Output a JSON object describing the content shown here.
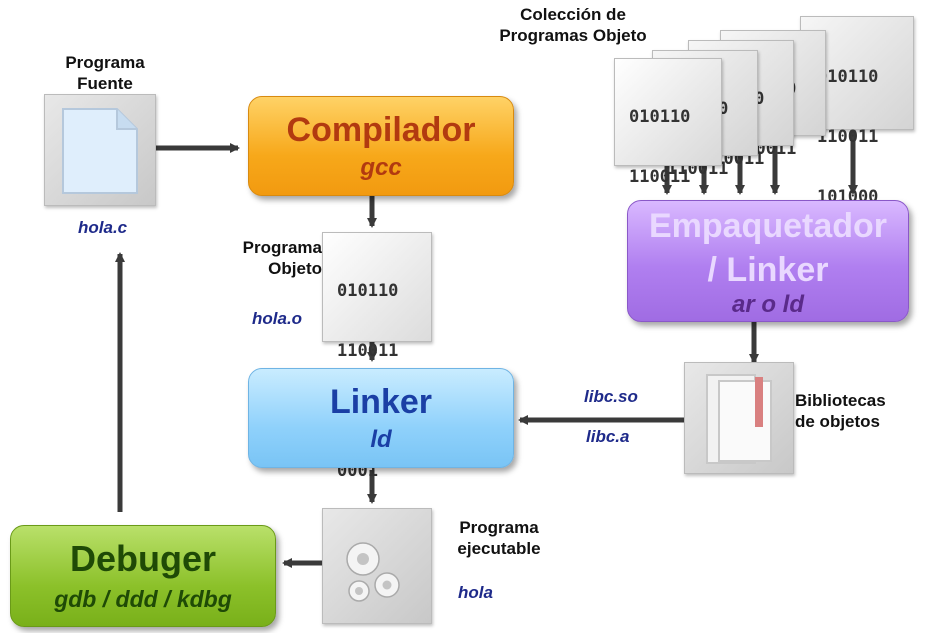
{
  "labels": {
    "programa_fuente": [
      "Programa",
      "Fuente"
    ],
    "hola_c": "hola.c",
    "programa_objeto": [
      "Programa",
      "Objeto"
    ],
    "hola_o": "hola.o",
    "coleccion": [
      "Colección de",
      "Programas Objeto"
    ],
    "libc_so": "libc.so",
    "libc_a": "libc.a",
    "bibliotecas": [
      "Bibliotecas",
      "de objetos"
    ],
    "programa_ejecutable": [
      "Programa",
      "ejecutable"
    ],
    "hola": "hola"
  },
  "boxes": {
    "compilador": {
      "title": "Compilador",
      "subtitle": "gcc"
    },
    "linker": {
      "title": "Linker",
      "subtitle": "ld"
    },
    "empaquetador": {
      "title_line1": "Empaquetador",
      "title_line2": "/ Linker",
      "subtitle": "ar o ld"
    },
    "debuger": {
      "title": "Debuger",
      "subtitle": "gdb / ddd / kdbg"
    }
  },
  "binary_text": [
    "010110",
    "110011",
    "101000",
    "0001"
  ],
  "colors": {
    "arrow": "#3a3a3a",
    "compilador_text": "#b23a10",
    "linker_text": "#1a3fa5",
    "empaquetador_subtitle": "#5a2a8a",
    "debuger_text": "#1f4a06",
    "italic_label": "#1e2a8a"
  },
  "icons": {
    "source_file": "file-icon",
    "object_file": "binary-file-icon",
    "object_collection": "binary-file-stack-icon",
    "library_folder": "folder-icon",
    "executable": "gears-icon"
  }
}
